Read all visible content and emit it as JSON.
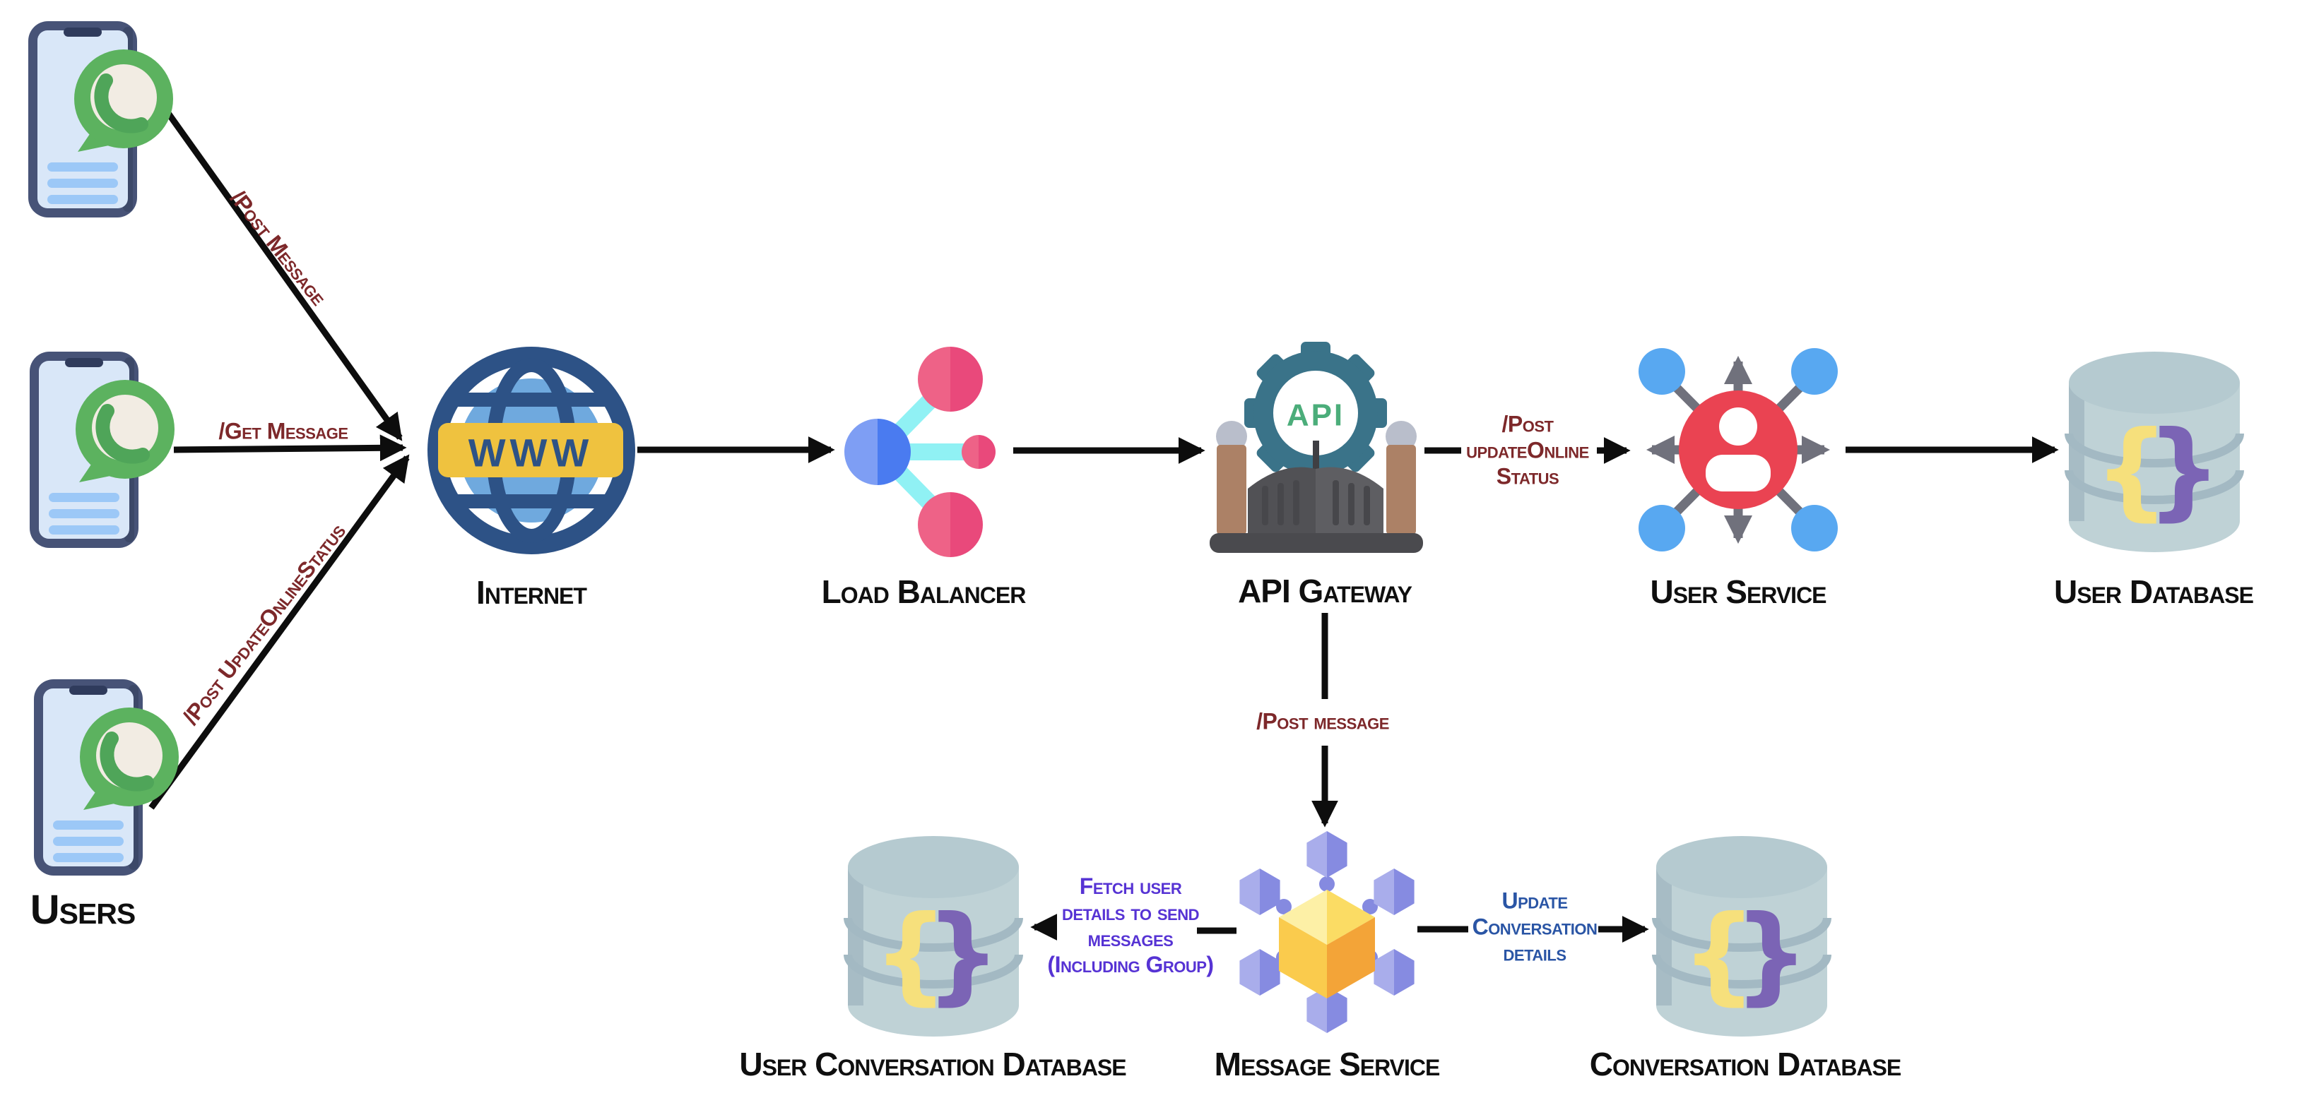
{
  "nodes": {
    "users": {
      "label": "Users"
    },
    "internet": {
      "label": "Internet",
      "banner_text": "WWW"
    },
    "load_balancer": {
      "label": "Load Balancer"
    },
    "api_gateway": {
      "label": "API Gateway",
      "icon_text": "API"
    },
    "user_service": {
      "label": "User Service"
    },
    "user_database": {
      "label": "User Database"
    },
    "message_service": {
      "label": "Message Service"
    },
    "user_conversation_database": {
      "label": "User Conversation Database"
    },
    "conversation_database": {
      "label": "Conversation Database"
    }
  },
  "edge_labels": {
    "post_message_diag": {
      "text": "/Post Message"
    },
    "get_message": {
      "text": "/Get Message"
    },
    "post_update_online_status_diag": {
      "text": "/Post UpdateOnlineStatus"
    },
    "post_update_online_status_block": {
      "lines": [
        "/Post",
        "updateOnline",
        "Status"
      ]
    },
    "post_message_vertical": {
      "text": "/Post message"
    },
    "fetch_user_details": {
      "lines": [
        "Fetch user",
        "details to send",
        "messages",
        "(Including Group)"
      ]
    },
    "update_conversation_details": {
      "lines": [
        "Update",
        "Conversation",
        "details"
      ]
    }
  },
  "icons": {
    "db_brace_left": "{",
    "db_brace_right": "}"
  },
  "colors": {
    "edge_label_red": "#7D282A",
    "edge_label_purple": "#5633D4",
    "edge_label_blue": "#2A55A5",
    "node_label": "#0F0F0F",
    "arrow": "#0D0D0D",
    "whatsapp_green": "#5CB25F",
    "phone_frame": "#475377",
    "phone_screen": "#D9E7F8",
    "globe_dark_blue": "#2D5286",
    "globe_light_blue": "#6FA9DE",
    "www_banner_yellow": "#EFC23F",
    "lb_blue": "#4C7CEF",
    "lb_pink": "#E94B78",
    "lb_cyan": "#90F1F4",
    "gear_teal": "#3A7389",
    "api_text_green": "#4BAD7A",
    "gate_gray": "#595959",
    "gate_post_brown": "#AC8166",
    "service_red": "#EA4352",
    "service_node_blue": "#58A8F1",
    "db_body": "#BFD2D6",
    "db_brace_yellow": "#F6E07C",
    "db_brace_purple": "#7B64B5",
    "hex_purple": "#878CE1",
    "cube_yellow": "#FBDC64",
    "cube_orange": "#F3A438"
  }
}
